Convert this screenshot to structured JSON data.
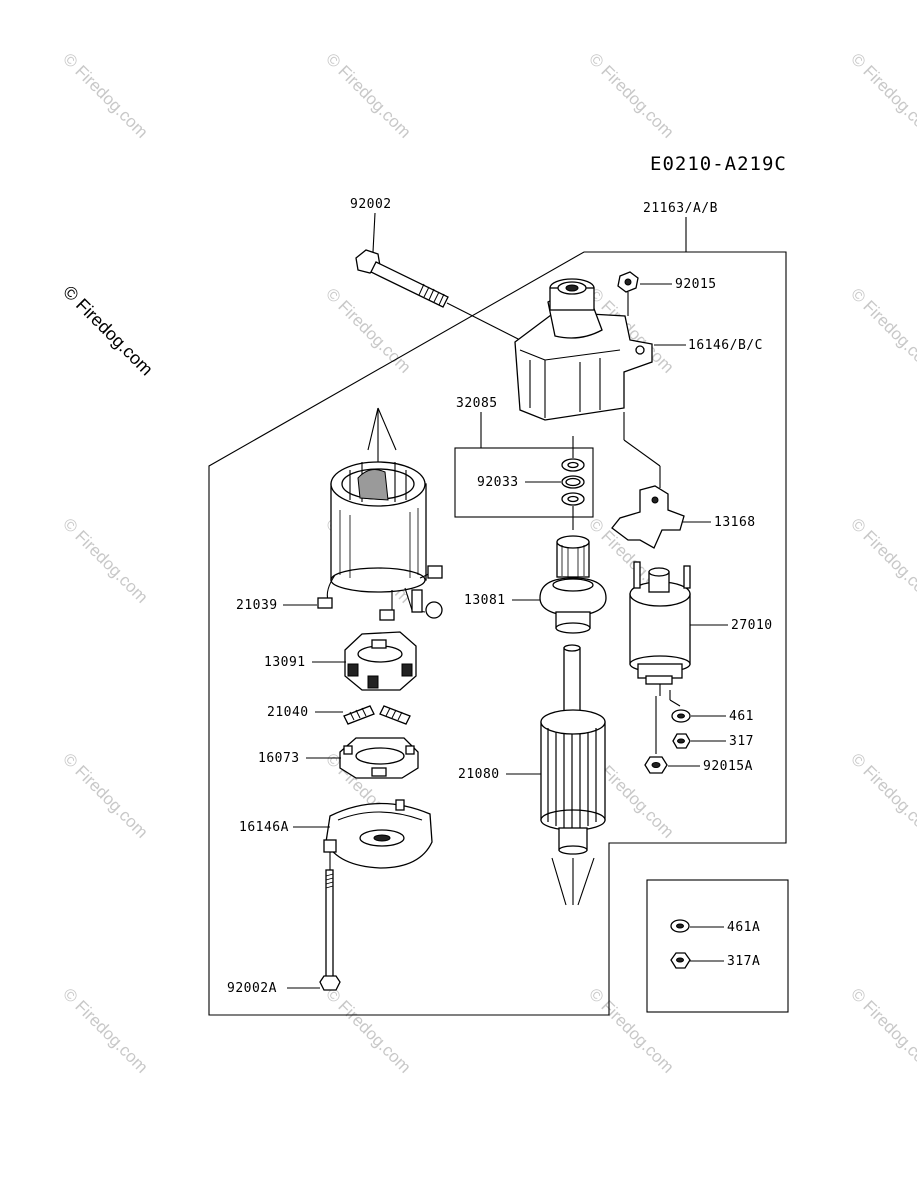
{
  "diagram_code": "E0210-A219C",
  "watermark": {
    "main": "© Firedog.com",
    "tile": "© Firedog.com"
  },
  "labels": {
    "p92002": "92002",
    "p21163": "21163/A/B",
    "p92015": "92015",
    "p16146": "16146/B/C",
    "p32085": "32085",
    "p92033": "92033",
    "p13168": "13168",
    "p21039": "21039",
    "p13081": "13081",
    "p27010": "27010",
    "p13091": "13091",
    "p21040": "21040",
    "p461": "461",
    "p317": "317",
    "p16073": "16073",
    "p21080": "21080",
    "p92015A": "92015A",
    "p16146A": "16146A",
    "p461A": "461A",
    "p317A": "317A",
    "p92002A": "92002A"
  }
}
